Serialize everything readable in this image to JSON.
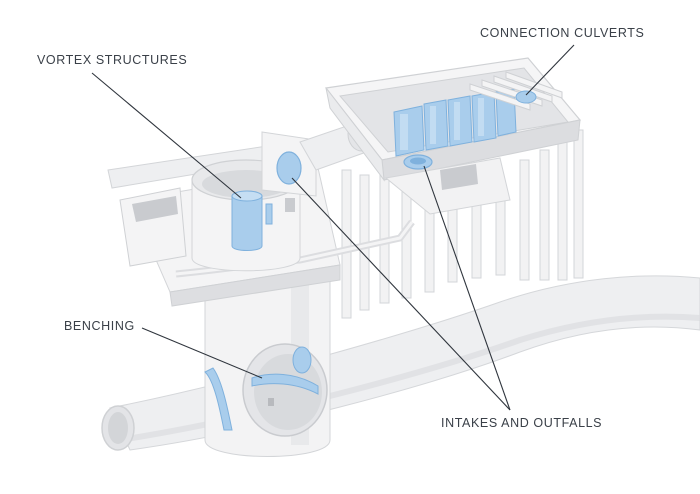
{
  "labels": {
    "vortex_structures": "VORTEX STRUCTURES",
    "connection_culverts": "CONNECTION CULVERTS",
    "benching": "BENCHING",
    "intakes_and_outfalls": "INTAKES AND OUTFALLS"
  },
  "colors": {
    "background": "#ffffff",
    "concrete": "#f1f1f2",
    "concrete_shade": "#dcdde0",
    "concrete_dark": "#c6c8cc",
    "water_blue": "#a9cdec",
    "water_blue_dark": "#7fb1dd",
    "leader_line": "#2f353d",
    "label_text": "#3a4048"
  }
}
